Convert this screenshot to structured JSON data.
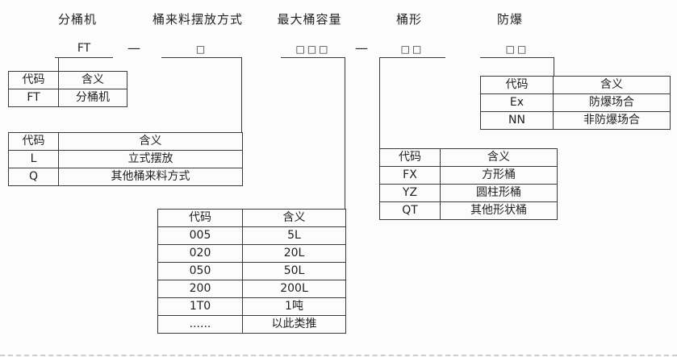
{
  "headers": [
    "分桶机",
    "桶来料摆放方式",
    "最大桶容量",
    "桶形",
    "防爆"
  ],
  "code": {
    "machine": "FT",
    "dash1": "—",
    "placement": "□",
    "capacity": "□□□",
    "dash2": "—",
    "shape": "□□",
    "explosion": "□□"
  },
  "tables": {
    "machine": {
      "headers": [
        "代码",
        "含义"
      ],
      "rows": [
        [
          "FT",
          "分桶机"
        ]
      ]
    },
    "placement": {
      "headers": [
        "代码",
        "含义"
      ],
      "rows": [
        [
          "L",
          "立式摆放"
        ],
        [
          "Q",
          "其他桶来料方式"
        ]
      ]
    },
    "capacity": {
      "headers": [
        "代码",
        "含义"
      ],
      "rows": [
        [
          "005",
          "5L"
        ],
        [
          "020",
          "20L"
        ],
        [
          "050",
          "50L"
        ],
        [
          "200",
          "200L"
        ],
        [
          "1T0",
          "1吨"
        ],
        [
          "......",
          "以此类推"
        ]
      ]
    },
    "shape": {
      "headers": [
        "代码",
        "含义"
      ],
      "rows": [
        [
          "FX",
          "方形桶"
        ],
        [
          "YZ",
          "圆柱形桶"
        ],
        [
          "QT",
          "其他形状桶"
        ]
      ]
    },
    "explosion": {
      "headers": [
        "代码",
        "含义"
      ],
      "rows": [
        [
          "Ex",
          "防爆场合"
        ],
        [
          "NN",
          "非防爆场合"
        ]
      ]
    }
  },
  "colors": {
    "line": "#3a3a3a",
    "text": "#1f1f1f",
    "background": "#fcfcfc"
  }
}
